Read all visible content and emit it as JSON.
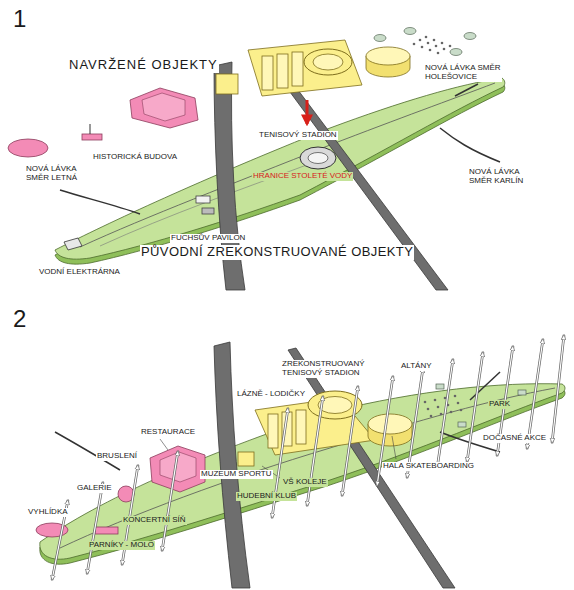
{
  "diagram": {
    "labels": [
      "1",
      "NAVRŽENÉ OBJEKTY",
      "NOVÁ LÁVKA SMĚR HOLEŠOVICE",
      "TENISOVÝ STADION",
      "HISTORICKÁ BUDOVA",
      "NOVÁ LÁVKA SMĚR LETNÁ",
      "HRANICE STOLETÉ VODY",
      "NOVÁ LÁVKA SMĚR KARLÍN",
      "FUCHSŮV PAVILON",
      "PŮVODNÍ ZREKONSTRUOVANÉ OBJEKTY",
      "VODNÍ ELEKTRÁRNA",
      "2",
      "ZREKONSTRUOVANÝ TENISOVÝ STADION",
      "ALTÁNY",
      "LÁZNĚ - LODIČKY",
      "PARK",
      "RESTAURACE",
      "BRUSLENÍ",
      "DOČASNÉ AKCE",
      "GALERIE",
      "HALA SKATEBOARDING",
      "VŠ KOLEJE",
      "VYHLÍDKA",
      "MUZEUM SPORTU",
      "HUDEBNÍ KLUB",
      "KONCERTNÍ SÍŇ",
      "PARNÍKY - MOLO"
    ]
  }
}
